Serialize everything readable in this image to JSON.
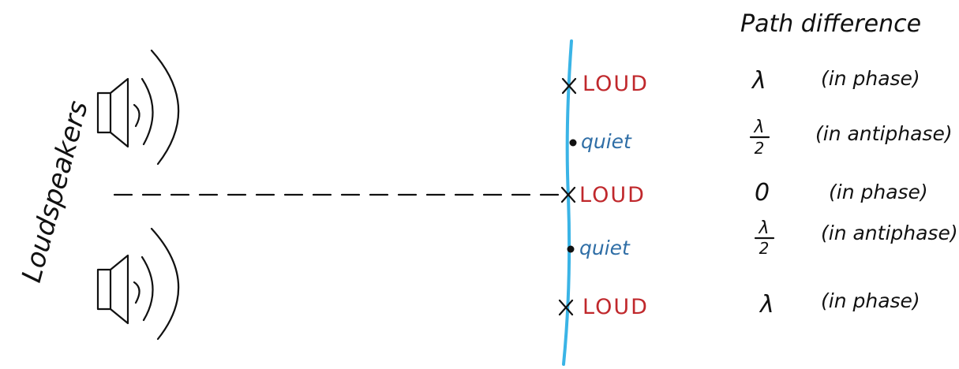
{
  "side_label": "Loudspeakers",
  "header": "Path difference",
  "colors": {
    "loud": "#c0282c",
    "quiet": "#2f6ea6",
    "screen_line": "#3ab4e6",
    "ink": "#111111"
  },
  "markers": [
    {
      "marker": "cross",
      "label": "LOUD",
      "path": "λ",
      "phase": "(in phase)"
    },
    {
      "marker": "dot",
      "label": "quiet",
      "path_num": "λ",
      "path_den": "2",
      "phase": "(in antiphase)"
    },
    {
      "marker": "cross",
      "label": "LOUD",
      "path": "0",
      "phase": "(in phase)"
    },
    {
      "marker": "dot",
      "label": "quiet",
      "path_num": "λ",
      "path_den": "2",
      "phase": "(in antiphase)"
    },
    {
      "marker": "cross",
      "label": "LOUD",
      "path": "λ",
      "phase": "(in phase)"
    }
  ]
}
